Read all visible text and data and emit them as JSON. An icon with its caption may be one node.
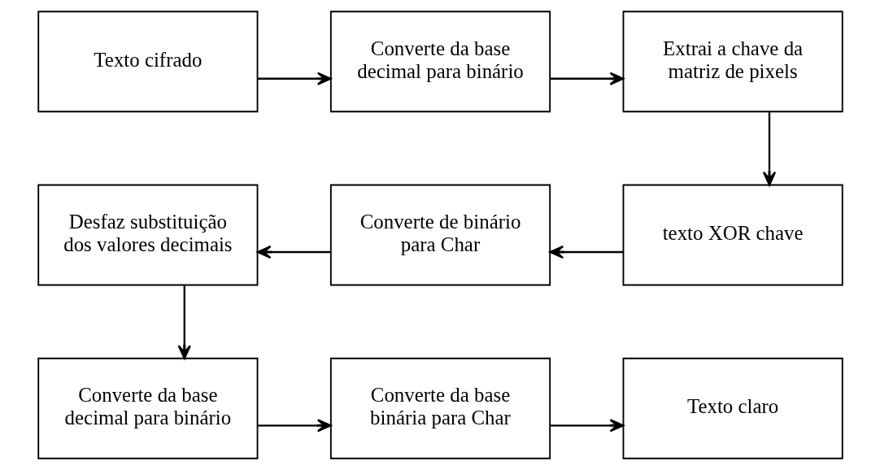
{
  "diagram": {
    "nodes": [
      {
        "text": [
          "Texto cifrado"
        ]
      },
      {
        "text": [
          "Converte da base decimal para binário"
        ]
      },
      {
        "text": [
          "Extrai a chave da matriz de pixels"
        ]
      },
      {
        "text": [
          "Desfaz substituição dos valores decimais"
        ]
      },
      {
        "text": [
          "Converte de binário para Char"
        ]
      },
      {
        "text": [
          "texto XOR chave"
        ]
      },
      {
        "text": [
          "Converte da base decimal para binário"
        ]
      },
      {
        "text": [
          "Converte da base binária para Char"
        ]
      },
      {
        "text": [
          "Texto claro"
        ]
      }
    ],
    "edges": [
      {
        "from": 0,
        "to": 1,
        "arrow": "to"
      },
      {
        "from": 1,
        "to": 2,
        "arrow": "to"
      },
      {
        "from": 2,
        "to": 5,
        "arrow": "to"
      },
      {
        "from": 5,
        "to": 4,
        "arrow": "to"
      },
      {
        "from": 4,
        "to": 3,
        "arrow": "to"
      },
      {
        "from": 3,
        "to": 6,
        "arrow": "to"
      },
      {
        "from": 6,
        "to": 7,
        "arrow": "to"
      },
      {
        "from": 7,
        "to": 8,
        "arrow": "to"
      }
    ]
  }
}
